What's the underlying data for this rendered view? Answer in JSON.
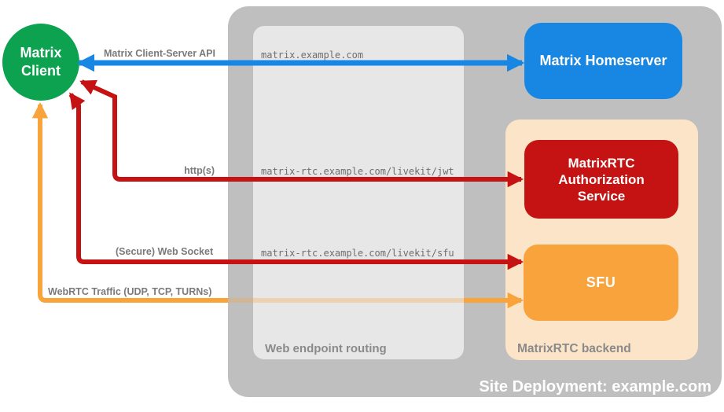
{
  "diagram": {
    "site": {
      "label": "Site Deployment: example.com",
      "color": "#BFBFBF"
    },
    "containers": {
      "routing": {
        "label": "Web endpoint routing",
        "color": "#E7E7E7"
      },
      "backend": {
        "label": "MatrixRTC backend",
        "color": "#FBE4C7"
      }
    },
    "nodes": {
      "client": {
        "lines": [
          "Matrix",
          "Client"
        ],
        "color": "#0CA24F"
      },
      "homeserver": {
        "label": "Matrix Homeserver",
        "color": "#1787E3"
      },
      "auth_service": {
        "lines": [
          "MatrixRTC",
          "Authorization",
          "Service"
        ],
        "color": "#C51212"
      },
      "sfu": {
        "label": "SFU",
        "color": "#F9A33C"
      }
    },
    "edges": {
      "cs_api": {
        "label": "Matrix Client-Server API",
        "route": "matrix.example.com",
        "color": "#1787E3"
      },
      "jwt": {
        "label": "http(s)",
        "route": "matrix-rtc.example.com/livekit/jwt",
        "color": "#C51212"
      },
      "sfu_ws": {
        "label": "(Secure) Web Socket",
        "route": "matrix-rtc.example.com/livekit/sfu",
        "color": "#C51212"
      },
      "webrtc": {
        "label": "WebRTC Traffic (UDP, TCP, TURNs)",
        "color": "#F9A33C"
      }
    }
  }
}
